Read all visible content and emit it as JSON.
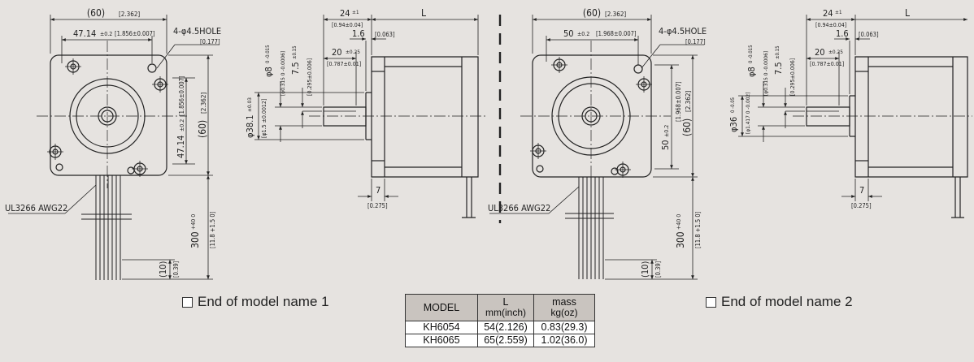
{
  "views": [
    {
      "front": {
        "top_dim": "(60)",
        "top_dim_inch": "[2.362]",
        "hole_pitch": "47.14",
        "hole_pitch_tol": "±0.2",
        "hole_pitch_inch": "[1.856±0.007]",
        "hole_note": "4-φ4.5HOLE",
        "hole_note_inch": "[0.177]",
        "right_pitch": "47.14",
        "right_pitch_tol": "±0.2",
        "right_pitch_inch": "[1.856±0.007]",
        "right_dim": "(60)",
        "right_dim_inch": "[2.362]",
        "cable": "UL3266 AWG22",
        "lead_len": "300",
        "lead_tol": "+40 0",
        "lead_len_inch": "[11.8 +1.5 0]",
        "strip": "(10)",
        "strip_inch": "[0.39]"
      },
      "side": {
        "flange_len": "24",
        "flange_tol": "±1",
        "flange_inch": "[0.94±0.04]",
        "body_len": "L",
        "flange_thk": "1.6",
        "flange_thk_inch": "[0.063]",
        "shaft_flat": "20",
        "shaft_flat_tol": "±0.25",
        "shaft_flat_inch": "[0.787±0.01]",
        "shaft_dia": "φ8",
        "shaft_dia_tol": "0 -0.015",
        "shaft_dia_inch": "[φ0.315 0 -0.0006]",
        "flat_w": "7.5",
        "flat_w_tol": "±0.15",
        "flat_w_inch": "[0.295±0.006]",
        "pilot_dia": "φ38.1",
        "pilot_tol": "±0.03",
        "pilot_inch": "[φ1.5 ±0.0012]",
        "rear": "7",
        "rear_inch": "[0.275]"
      }
    },
    {
      "front": {
        "top_dim": "(60)",
        "top_dim_inch": "[2.362]",
        "hole_pitch": "50",
        "hole_pitch_tol": "±0.2",
        "hole_pitch_inch": "[1.968±0.007]",
        "hole_note": "4-φ4.5HOLE",
        "hole_note_inch": "[0.177]",
        "right_pitch": "50",
        "right_pitch_tol": "±0.2",
        "right_pitch_inch": "[1.968±0.007]",
        "right_dim": "(60)",
        "right_dim_inch": "[2.362]",
        "cable": "UL3266 AWG22",
        "lead_len": "300",
        "lead_tol": "+40 0",
        "lead_len_inch": "[11.8 +1.5 0]",
        "strip": "(10)",
        "strip_inch": "[0.39]"
      },
      "side": {
        "flange_len": "24",
        "flange_tol": "±1",
        "flange_inch": "[0.94±0.04]",
        "body_len": "L",
        "flange_thk": "1.6",
        "flange_thk_inch": "[0.063]",
        "shaft_flat": "20",
        "shaft_flat_tol": "±0.25",
        "shaft_flat_inch": "[0.787±0.01]",
        "shaft_dia": "φ8",
        "shaft_dia_tol": "0 -0.015",
        "shaft_dia_inch": "[φ0.315 0 -0.0006]",
        "flat_w": "7.5",
        "flat_w_tol": "±0.15",
        "flat_w_inch": "[0.295±0.006]",
        "pilot_dia": "φ36",
        "pilot_tol": "0 -0.05",
        "pilot_inch": "[φ1.417 0 -0.002]",
        "rear": "7",
        "rear_inch": "[0.275]"
      }
    }
  ],
  "captions": {
    "model1": "End of model name 1",
    "model2": "End of model name 2"
  },
  "table": {
    "headers": [
      {
        "main": "MODEL",
        "sub": ""
      },
      {
        "main": "L",
        "sub": "mm(inch)"
      },
      {
        "main": "mass",
        "sub": "kg(oz)"
      }
    ],
    "rows": [
      [
        "KH6054",
        "54(2.126)",
        "0.83(29.3)"
      ],
      [
        "KH6065",
        "65(2.559)",
        "1.02(36.0)"
      ]
    ]
  },
  "colors": {
    "background": "#e6e3e0",
    "line": "#222222",
    "table_header": "#c9c4bf"
  }
}
